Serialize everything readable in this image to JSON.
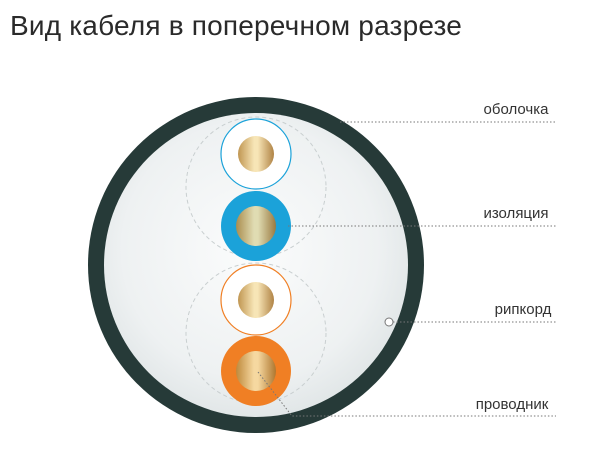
{
  "title": "Вид кабеля в поперечном разрезе",
  "labels": {
    "sheath": "оболочка",
    "insulation": "изоляция",
    "ripcord": "рипкорд",
    "conductor": "проводник"
  },
  "colors": {
    "sheath": "#263a38",
    "filler_center": "#fbfcfc",
    "filler_edge": "#dde3e4",
    "insulation_white_blue": "#ffffff",
    "insulation_blue": "#1ba2d9",
    "insulation_white_orange": "#ffffff",
    "insulation_orange": "#f07f24",
    "copper_light": "#f3d79a",
    "copper_dark": "#b07e34",
    "leader": "#777777",
    "text": "#333333"
  }
}
